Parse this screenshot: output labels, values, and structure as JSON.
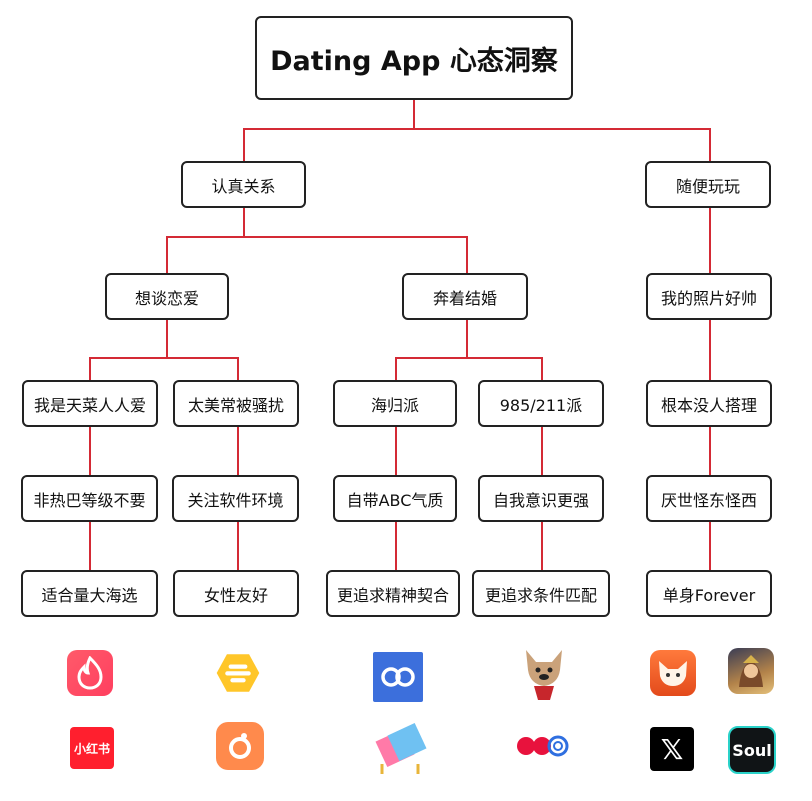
{
  "title": "Dating App 心态洞察",
  "nodes": {
    "serious": "认真关系",
    "casual": "随便玩玩",
    "want_love": "想谈恋爱",
    "toward_marriage": "奔着结婚",
    "handsome_photos": "我的照片好帅",
    "loved_by_all": "我是天菜人人爱",
    "too_pretty_harassed": "太美常被骚扰",
    "returnee": "海归派",
    "elite_uni": "985/211派",
    "ignored": "根本没人搭理",
    "non_hot_level": "非热巴等级不要",
    "app_environment": "关注软件环境",
    "abc_vibe": "自带ABC气质",
    "strong_self": "自我意识更强",
    "world_weary": "厌世怪东怪西",
    "mass_selection": "适合量大海选",
    "female_friendly": "女性友好",
    "spiritual_match": "更追求精神契合",
    "condition_match": "更追求条件匹配",
    "single_forever": "单身Forever"
  },
  "icons": {
    "xiaohongshu_label": "小红书",
    "soul_label": "Soul",
    "x_label": "𝕏"
  },
  "colors": {
    "connector": "#d42a35",
    "border": "#222222"
  }
}
